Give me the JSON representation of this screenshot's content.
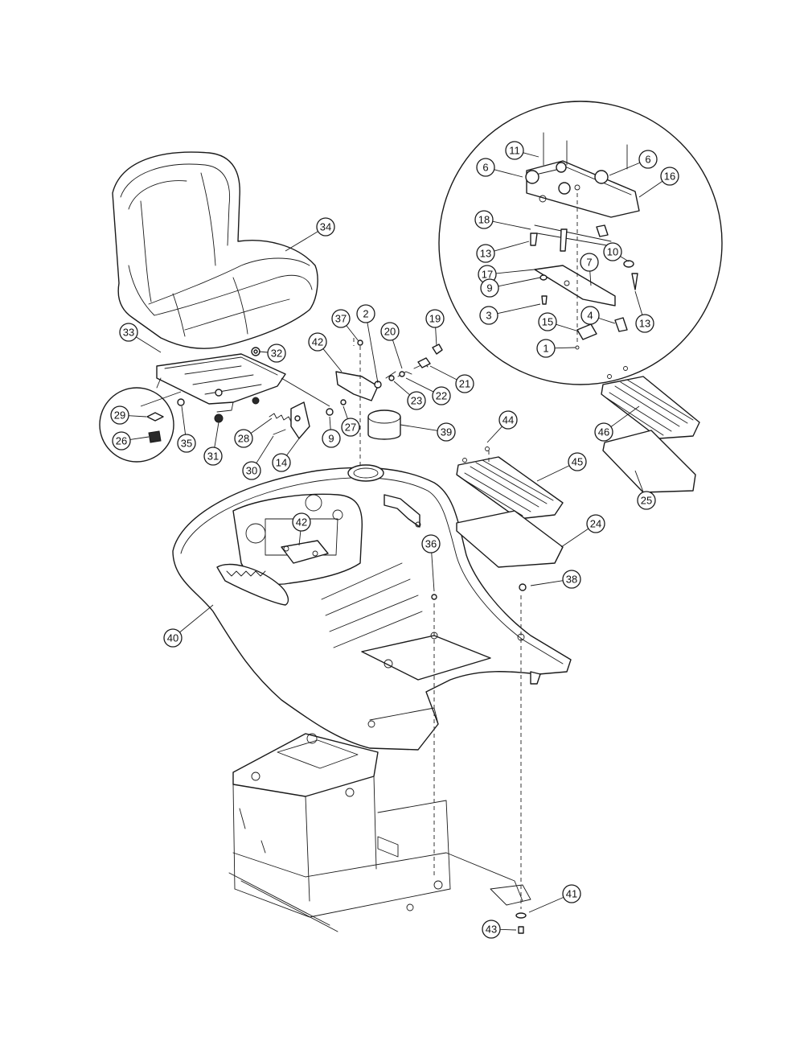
{
  "diagram": {
    "callouts": [
      {
        "id": "c34",
        "label": "34"
      },
      {
        "id": "c33",
        "label": "33"
      },
      {
        "id": "c32",
        "label": "32"
      },
      {
        "id": "c31",
        "label": "31"
      },
      {
        "id": "c35",
        "label": "35"
      },
      {
        "id": "c29a",
        "label": "29"
      },
      {
        "id": "c26",
        "label": "26"
      },
      {
        "id": "c28",
        "label": "28"
      },
      {
        "id": "c30",
        "label": "30"
      },
      {
        "id": "c14",
        "label": "14"
      },
      {
        "id": "c9a",
        "label": "9"
      },
      {
        "id": "c27",
        "label": "27"
      },
      {
        "id": "c42a",
        "label": "42"
      },
      {
        "id": "c37",
        "label": "37"
      },
      {
        "id": "c2",
        "label": "2"
      },
      {
        "id": "c20",
        "label": "20"
      },
      {
        "id": "c19",
        "label": "19"
      },
      {
        "id": "c21",
        "label": "21"
      },
      {
        "id": "c22",
        "label": "22"
      },
      {
        "id": "c23",
        "label": "23"
      },
      {
        "id": "c39",
        "label": "39"
      },
      {
        "id": "c42b",
        "label": "42"
      },
      {
        "id": "c36",
        "label": "36"
      },
      {
        "id": "c40",
        "label": "40"
      },
      {
        "id": "c44",
        "label": "44"
      },
      {
        "id": "c45",
        "label": "45"
      },
      {
        "id": "c46",
        "label": "46"
      },
      {
        "id": "c29b",
        "label": "25"
      },
      {
        "id": "c24",
        "label": "24"
      },
      {
        "id": "c38",
        "label": "38"
      },
      {
        "id": "c41",
        "label": "41"
      },
      {
        "id": "c43",
        "label": "43"
      },
      {
        "id": "c11",
        "label": "11"
      },
      {
        "id": "c6a",
        "label": "6"
      },
      {
        "id": "c6b",
        "label": "6"
      },
      {
        "id": "c16",
        "label": "16"
      },
      {
        "id": "c18",
        "label": "18"
      },
      {
        "id": "c13a",
        "label": "13"
      },
      {
        "id": "c10",
        "label": "10"
      },
      {
        "id": "c17",
        "label": "17"
      },
      {
        "id": "c7",
        "label": "7"
      },
      {
        "id": "c9b",
        "label": "9"
      },
      {
        "id": "c3",
        "label": "3"
      },
      {
        "id": "c4",
        "label": "4"
      },
      {
        "id": "c13b",
        "label": "13"
      },
      {
        "id": "c15",
        "label": "15"
      },
      {
        "id": "c1",
        "label": "1"
      }
    ]
  }
}
